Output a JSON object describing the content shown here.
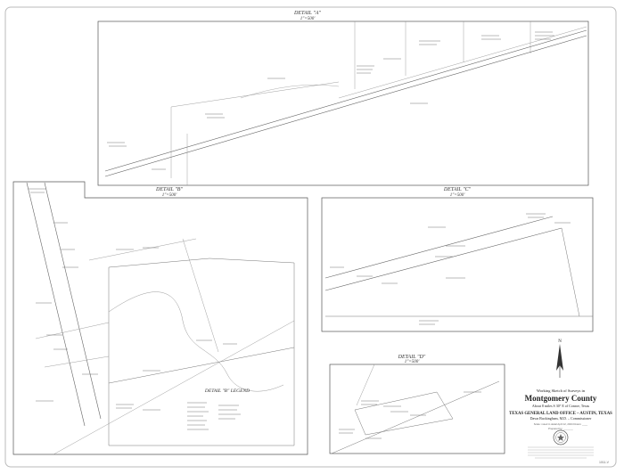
{
  "details": {
    "a": {
      "title": "DETAIL \"A\"",
      "scale": "1\"=500'"
    },
    "b": {
      "title": "DETAIL \"B\"",
      "scale": "1\"=500'"
    },
    "c": {
      "title": "DETAIL \"C\"",
      "scale": "1\"=500'"
    },
    "d": {
      "title": "DETAIL \"D\"",
      "scale": "1\"=500'"
    }
  },
  "legend": {
    "title": "DETAIL \"B\" LEGEND"
  },
  "title_block": {
    "line1": "Working Sketch of Surveys in",
    "county": "Montgomery County",
    "line3": "About 8 miles S 30° E of Conroe, Texas",
    "office": "TEXAS GENERAL LAND OFFICE  –  AUSTIN, TEXAS",
    "commissioner": "Dawn Buckingham, M.D. – Commissioner",
    "line6": "Scale: noted in detail       April 12, 2024       Drawn: ____",
    "prepared": "Prepared by: _______"
  },
  "north_arrow": {
    "label": "N"
  },
  "sheet_number": "1011-V"
}
